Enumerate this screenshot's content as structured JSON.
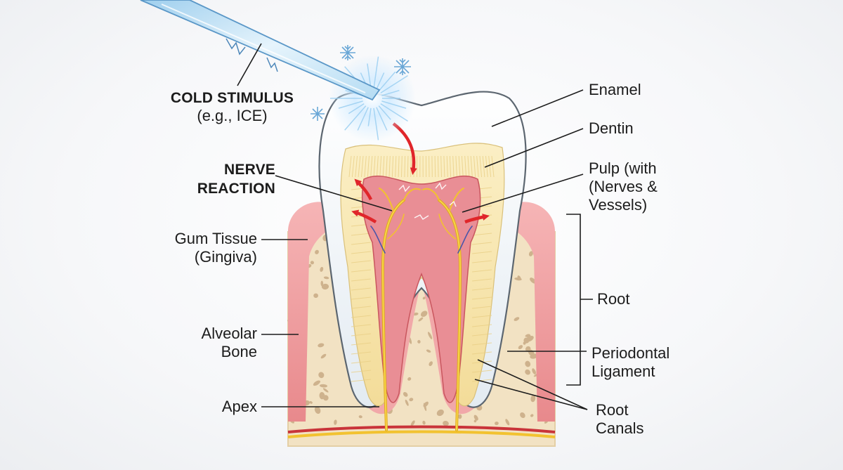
{
  "labels": {
    "cold_stimulus_title": "COLD STIMULUS",
    "cold_stimulus_example": "(e.g., ICE)",
    "nerve_reaction": "NERVE\nREACTION",
    "gum_tissue": "Gum Tissue\n(Gingiva)",
    "alveolar_bone": "Alveolar\nBone",
    "apex": "Apex",
    "enamel": "Enamel",
    "dentin": "Dentin",
    "pulp": "Pulp (with\n(Nerves &\nVessels)",
    "root": "Root",
    "periodontal_ligament": "Periodontal\nLigament",
    "root_canals": "Root\nCanals"
  },
  "colors": {
    "enamel": "#f3f7fb",
    "dentin": "#f7e7b0",
    "pulp": "#e98e95",
    "gum": "#ef9a9c",
    "bone": "#f2e2c3",
    "bone_pores": "#c8a983",
    "nerve": "#f2c230",
    "stimulus_arrow": "#e0262a",
    "ice": "#bfe0f5"
  }
}
